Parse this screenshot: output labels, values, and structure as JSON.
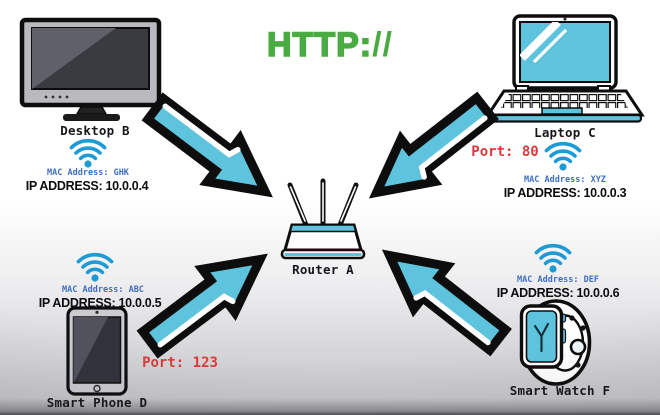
{
  "header": {
    "protocol_main": "HTTP:",
    "protocol_slashes": "//"
  },
  "router": {
    "label": "Router A"
  },
  "devices": {
    "desktop": {
      "label": "Desktop B",
      "mac": "MAC Address: GHK",
      "ip": "IP ADDRESS: 10.0.0.4"
    },
    "laptop": {
      "label": "Laptop C",
      "port": "Port: 80",
      "mac": "MAC Address: XYZ",
      "ip": "IP ADDRESS: 10.0.0.3"
    },
    "phone": {
      "label": "Smart Phone D",
      "port": "Port: 123",
      "mac": "MAC Address: ABC",
      "ip": "IP ADDRESS: 10.0.0.5"
    },
    "watch": {
      "label": "Smart Watch F",
      "mac": "MAC Address: DEF",
      "ip": "IP ADDRESS: 10.0.0.6"
    }
  },
  "icons": {
    "wifi": "wifi-icon",
    "arrows": [
      "desktop-to-router",
      "laptop-to-router",
      "phone-to-router",
      "watch-to-router"
    ]
  },
  "colors": {
    "accent_cyan": "#5ec4de",
    "wifi_blue": "#1e9ad5",
    "mac_blue": "#3f6fc1",
    "port_red": "#d93b3b",
    "http_green": "#4aab42",
    "outline_black": "#0d0d0d"
  }
}
